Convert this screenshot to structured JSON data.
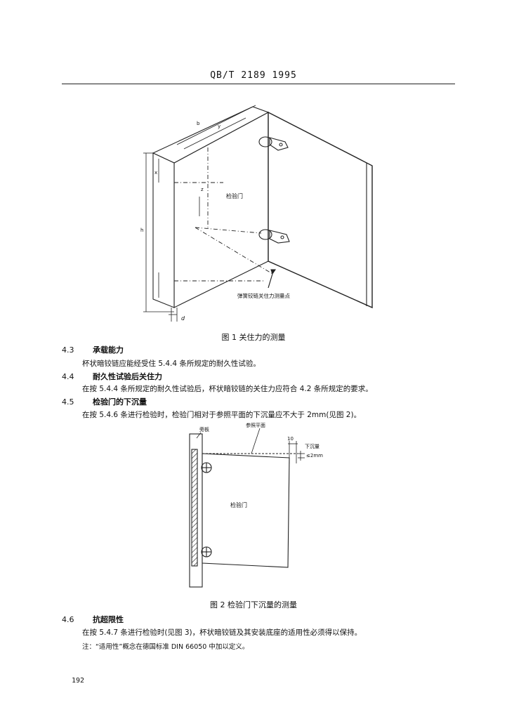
{
  "header": {
    "title": "QB/T 2189  1995"
  },
  "figure1": {
    "caption": "图 1  关住力的测量",
    "label_door": "检验门",
    "label_point": "弹簧铰链关住力测量点",
    "dim_b": "b",
    "dim_y": "y",
    "dim_h": "h",
    "dim_x": "x",
    "dim_z": "z",
    "dim_d": "d"
  },
  "sections": [
    {
      "num": "4.3",
      "title": "承载能力",
      "text": "杯状暗铰链应能经受住 5.4.4 条所规定的耐久性试验。"
    },
    {
      "num": "4.4",
      "title": "耐久性试验后关住力",
      "text": "在按 5.4.4 条所规定的耐久性试验后，杯状暗铰链的关住力应符合 4.2 条所规定的要求。"
    },
    {
      "num": "4.5",
      "title": "检验门的下沉量",
      "text": "在按 5.4.6 条进行检验时，检验门相对于参照平面的下沉量应不大于 2mm(见图 2)。"
    }
  ],
  "figure2": {
    "caption": "图 2  检验门下沉量的测量",
    "label_side": "旁板",
    "label_ref": "参照平面",
    "label_ten": "10",
    "label_sink": "下沉量",
    "label_limit": "≤2mm",
    "label_door": "检验门"
  },
  "section46": {
    "num": "4.6",
    "title": "抗超限性",
    "text": "在按 5.4.7 条进行检验时(见图 3)，杯状暗铰链及其安装底座的适用性必须得以保持。",
    "note": "注：“适用性”概念在德国标准 DIN 66050 中加以定义。"
  },
  "footer": {
    "page_number": "192"
  }
}
